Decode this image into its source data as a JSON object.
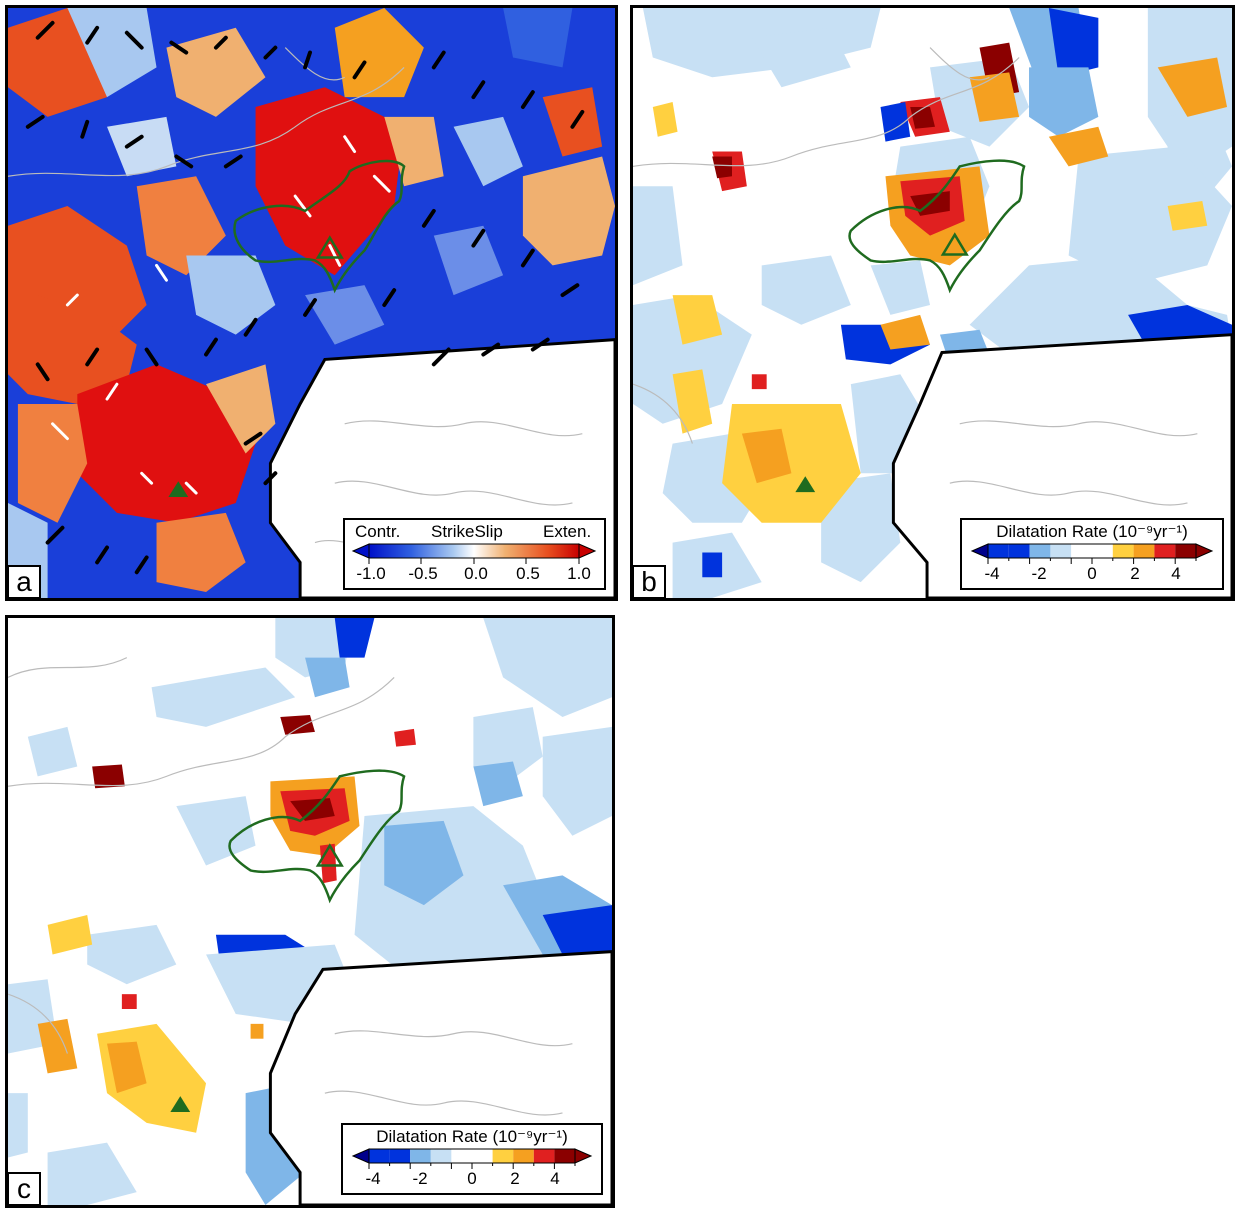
{
  "panels": {
    "a": {
      "label": "a",
      "legend": {
        "left_text": "Contr.",
        "mid_text": "StrikeSlip",
        "right_text": "Exten.",
        "ticks": [
          "-1.0",
          "-0.5",
          "0.0",
          "0.5",
          "1.0"
        ],
        "colors": [
          "#0010c8",
          "#3060e0",
          "#a8c8f0",
          "#ffffff",
          "#f0b070",
          "#e85020",
          "#c80000"
        ]
      }
    },
    "b": {
      "label": "b",
      "legend": {
        "title": "Dilatation Rate (10⁻⁹yr⁻¹)",
        "ticks": [
          "-4",
          "-2",
          "0",
          "2",
          "4"
        ],
        "colors": [
          "#00008b",
          "#0033dd",
          "#7fb6e8",
          "#c7e0f4",
          "#ffffff",
          "#ffffff",
          "#ffd040",
          "#f5a020",
          "#e02020",
          "#8b0000"
        ]
      }
    },
    "c": {
      "label": "c",
      "legend": {
        "title": "Dilatation Rate (10⁻⁹yr⁻¹)",
        "ticks": [
          "-4",
          "-2",
          "0",
          "2",
          "4"
        ],
        "colors": [
          "#00008b",
          "#0033dd",
          "#7fb6e8",
          "#c7e0f4",
          "#ffffff",
          "#ffffff",
          "#ffd040",
          "#f5a020",
          "#e02020",
          "#8b0000"
        ]
      }
    }
  },
  "colors": {
    "contour": "#1f6b1f",
    "border": "#000000",
    "coastline": "#bbbbbb"
  }
}
